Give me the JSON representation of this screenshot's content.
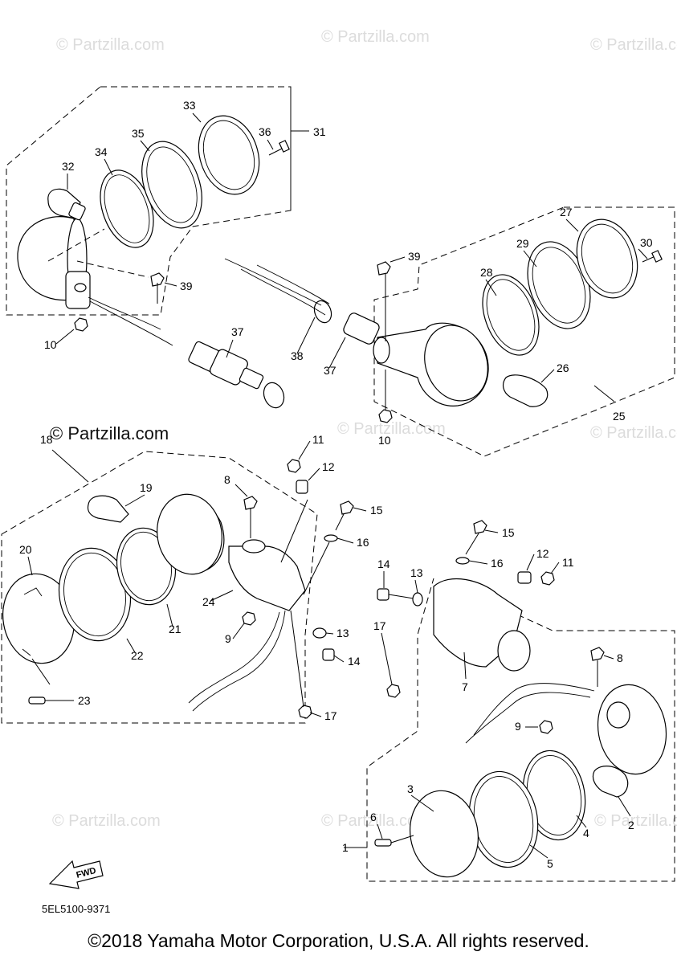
{
  "watermarks": [
    "© Partzilla.com",
    "© Partzilla.com",
    "© Partzilla.com",
    "© Partzilla.com",
    "© Partzilla.com",
    "© Partzilla.com",
    "© Partzilla.com",
    "© Partzilla.com",
    "© Partzilla.com"
  ],
  "watermark_strong": "© Partzilla.com",
  "callouts": {
    "c1": "1",
    "c2": "2",
    "c3": "3",
    "c4": "4",
    "c5": "5",
    "c6": "6",
    "c7": "7",
    "c8a": "8",
    "c8b": "8",
    "c9a": "9",
    "c9b": "9",
    "c10a": "10",
    "c10b": "10",
    "c11a": "11",
    "c11b": "11",
    "c12a": "12",
    "c12b": "12",
    "c13a": "13",
    "c13b": "13",
    "c14a": "14",
    "c14b": "14",
    "c15a": "15",
    "c15b": "15",
    "c16a": "16",
    "c16b": "16",
    "c17a": "17",
    "c17b": "17",
    "c18": "18",
    "c19": "19",
    "c20": "20",
    "c21": "21",
    "c22": "22",
    "c23": "23",
    "c24": "24",
    "c25": "25",
    "c26": "26",
    "c27": "27",
    "c28": "28",
    "c29": "29",
    "c30": "30",
    "c31": "31",
    "c32": "32",
    "c33": "33",
    "c34": "34",
    "c35": "35",
    "c36": "36",
    "c37a": "37",
    "c37b": "37",
    "c38": "38",
    "c39a": "39",
    "c39b": "39"
  },
  "fwd_label": "FWD",
  "diagram_code": "5EL5100-9371",
  "copyright": "©2018 Yamaha Motor Corporation, U.S.A. All rights reserved."
}
